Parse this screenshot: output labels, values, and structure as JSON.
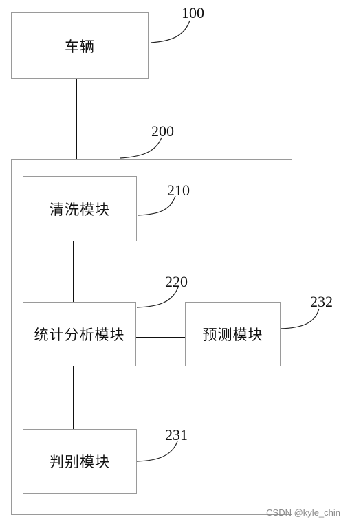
{
  "vehicle": {
    "label": "车辆",
    "ref": "100"
  },
  "system": {
    "ref": "200"
  },
  "modules": {
    "cleaning": {
      "label": "清洗模块",
      "ref": "210"
    },
    "analysis": {
      "label": "统计分析模块",
      "ref": "220"
    },
    "prediction": {
      "label": "预测模块",
      "ref": "232"
    },
    "judgment": {
      "label": "判别模块",
      "ref": "231"
    }
  },
  "watermark": "CSDN @kyle_chin"
}
